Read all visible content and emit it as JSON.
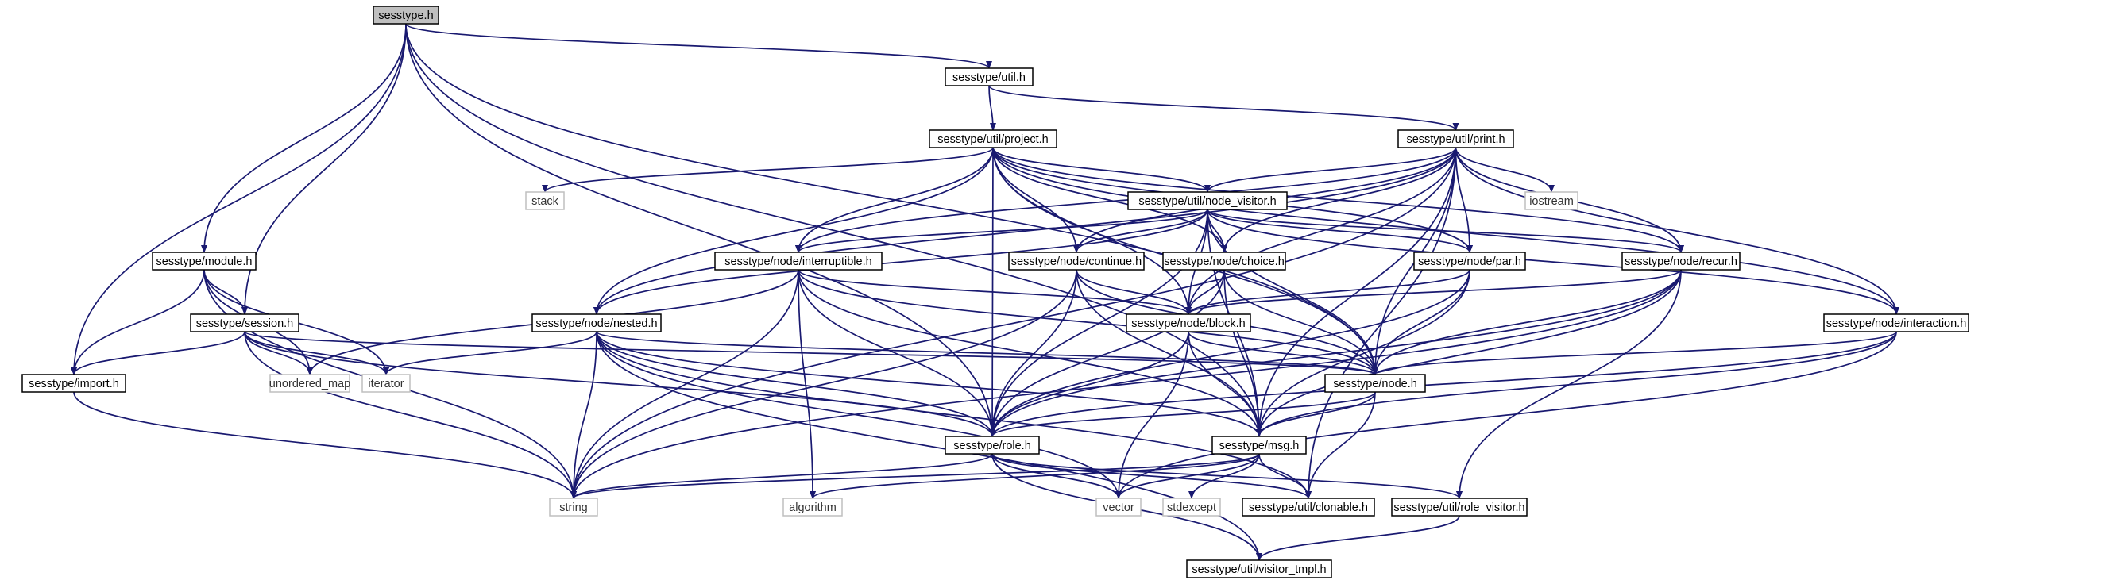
{
  "diagram": {
    "title": "",
    "nodes": [
      {
        "id": "sesstype_h",
        "label": "sesstype.h",
        "kind": "root"
      },
      {
        "id": "util_h",
        "label": "sesstype/util.h",
        "kind": "header"
      },
      {
        "id": "project_h",
        "label": "sesstype/util/project.h",
        "kind": "header"
      },
      {
        "id": "print_h",
        "label": "sesstype/util/print.h",
        "kind": "header"
      },
      {
        "id": "stack",
        "label": "stack",
        "kind": "external"
      },
      {
        "id": "iostream",
        "label": "iostream",
        "kind": "external"
      },
      {
        "id": "node_visitor_h",
        "label": "sesstype/util/node_visitor.h",
        "kind": "header"
      },
      {
        "id": "module_h",
        "label": "sesstype/module.h",
        "kind": "header"
      },
      {
        "id": "interruptible_h",
        "label": "sesstype/node/interruptible.h",
        "kind": "header"
      },
      {
        "id": "continue_h",
        "label": "sesstype/node/continue.h",
        "kind": "header"
      },
      {
        "id": "choice_h",
        "label": "sesstype/node/choice.h",
        "kind": "header"
      },
      {
        "id": "par_h",
        "label": "sesstype/node/par.h",
        "kind": "header"
      },
      {
        "id": "recur_h",
        "label": "sesstype/node/recur.h",
        "kind": "header"
      },
      {
        "id": "session_h",
        "label": "sesstype/session.h",
        "kind": "header"
      },
      {
        "id": "nested_h",
        "label": "sesstype/node/nested.h",
        "kind": "header"
      },
      {
        "id": "block_h",
        "label": "sesstype/node/block.h",
        "kind": "header"
      },
      {
        "id": "interaction_h",
        "label": "sesstype/node/interaction.h",
        "kind": "header"
      },
      {
        "id": "import_h",
        "label": "sesstype/import.h",
        "kind": "header"
      },
      {
        "id": "unordered_map",
        "label": "unordered_map",
        "kind": "external"
      },
      {
        "id": "iterator",
        "label": "iterator",
        "kind": "external"
      },
      {
        "id": "node_h",
        "label": "sesstype/node.h",
        "kind": "header"
      },
      {
        "id": "role_h",
        "label": "sesstype/role.h",
        "kind": "header"
      },
      {
        "id": "msg_h",
        "label": "sesstype/msg.h",
        "kind": "header"
      },
      {
        "id": "string",
        "label": "string",
        "kind": "external"
      },
      {
        "id": "algorithm",
        "label": "algorithm",
        "kind": "external"
      },
      {
        "id": "vector",
        "label": "vector",
        "kind": "external"
      },
      {
        "id": "stdexcept",
        "label": "stdexcept",
        "kind": "external"
      },
      {
        "id": "clonable_h",
        "label": "sesstype/util/clonable.h",
        "kind": "header"
      },
      {
        "id": "role_visitor_h",
        "label": "sesstype/util/role_visitor.h",
        "kind": "header"
      },
      {
        "id": "visitor_tmpl_h",
        "label": "sesstype/util/visitor_tmpl.h",
        "kind": "header"
      }
    ],
    "edges": [
      [
        "sesstype_h",
        "util_h"
      ],
      [
        "sesstype_h",
        "module_h"
      ],
      [
        "sesstype_h",
        "session_h"
      ],
      [
        "sesstype_h",
        "import_h"
      ],
      [
        "sesstype_h",
        "role_h"
      ],
      [
        "sesstype_h",
        "msg_h"
      ],
      [
        "sesstype_h",
        "node_h"
      ],
      [
        "util_h",
        "project_h"
      ],
      [
        "util_h",
        "print_h"
      ],
      [
        "project_h",
        "stack"
      ],
      [
        "project_h",
        "node_visitor_h"
      ],
      [
        "project_h",
        "interruptible_h"
      ],
      [
        "project_h",
        "continue_h"
      ],
      [
        "project_h",
        "choice_h"
      ],
      [
        "project_h",
        "par_h"
      ],
      [
        "project_h",
        "recur_h"
      ],
      [
        "project_h",
        "nested_h"
      ],
      [
        "project_h",
        "block_h"
      ],
      [
        "project_h",
        "interaction_h"
      ],
      [
        "project_h",
        "node_h"
      ],
      [
        "project_h",
        "role_h"
      ],
      [
        "print_h",
        "iostream"
      ],
      [
        "print_h",
        "node_visitor_h"
      ],
      [
        "print_h",
        "interruptible_h"
      ],
      [
        "print_h",
        "continue_h"
      ],
      [
        "print_h",
        "choice_h"
      ],
      [
        "print_h",
        "par_h"
      ],
      [
        "print_h",
        "recur_h"
      ],
      [
        "print_h",
        "nested_h"
      ],
      [
        "print_h",
        "block_h"
      ],
      [
        "print_h",
        "interaction_h"
      ],
      [
        "print_h",
        "node_h"
      ],
      [
        "print_h",
        "msg_h"
      ],
      [
        "print_h",
        "string"
      ],
      [
        "print_h",
        "clonable_h"
      ],
      [
        "node_visitor_h",
        "interruptible_h"
      ],
      [
        "node_visitor_h",
        "continue_h"
      ],
      [
        "node_visitor_h",
        "choice_h"
      ],
      [
        "node_visitor_h",
        "par_h"
      ],
      [
        "node_visitor_h",
        "recur_h"
      ],
      [
        "node_visitor_h",
        "nested_h"
      ],
      [
        "node_visitor_h",
        "block_h"
      ],
      [
        "node_visitor_h",
        "interaction_h"
      ],
      [
        "node_visitor_h",
        "node_h"
      ],
      [
        "node_visitor_h",
        "role_h"
      ],
      [
        "node_visitor_h",
        "msg_h"
      ],
      [
        "module_h",
        "session_h"
      ],
      [
        "module_h",
        "import_h"
      ],
      [
        "module_h",
        "unordered_map"
      ],
      [
        "module_h",
        "iterator"
      ],
      [
        "module_h",
        "string"
      ],
      [
        "session_h",
        "import_h"
      ],
      [
        "session_h",
        "unordered_map"
      ],
      [
        "session_h",
        "iterator"
      ],
      [
        "session_h",
        "node_h"
      ],
      [
        "session_h",
        "role_h"
      ],
      [
        "session_h",
        "string"
      ],
      [
        "import_h",
        "string"
      ],
      [
        "interruptible_h",
        "unordered_map"
      ],
      [
        "interruptible_h",
        "string"
      ],
      [
        "interruptible_h",
        "block_h"
      ],
      [
        "interruptible_h",
        "node_h"
      ],
      [
        "interruptible_h",
        "role_h"
      ],
      [
        "interruptible_h",
        "msg_h"
      ],
      [
        "interruptible_h",
        "algorithm"
      ],
      [
        "continue_h",
        "block_h"
      ],
      [
        "continue_h",
        "node_h"
      ],
      [
        "continue_h",
        "role_h"
      ],
      [
        "continue_h",
        "msg_h"
      ],
      [
        "continue_h",
        "string"
      ],
      [
        "choice_h",
        "block_h"
      ],
      [
        "choice_h",
        "node_h"
      ],
      [
        "choice_h",
        "role_h"
      ],
      [
        "choice_h",
        "msg_h"
      ],
      [
        "par_h",
        "block_h"
      ],
      [
        "par_h",
        "node_h"
      ],
      [
        "par_h",
        "role_h"
      ],
      [
        "par_h",
        "msg_h"
      ],
      [
        "recur_h",
        "block_h"
      ],
      [
        "recur_h",
        "node_h"
      ],
      [
        "recur_h",
        "role_h"
      ],
      [
        "recur_h",
        "msg_h"
      ],
      [
        "recur_h",
        "role_visitor_h"
      ],
      [
        "recur_h",
        "string"
      ],
      [
        "nested_h",
        "iterator"
      ],
      [
        "nested_h",
        "node_h"
      ],
      [
        "nested_h",
        "role_h"
      ],
      [
        "nested_h",
        "msg_h"
      ],
      [
        "nested_h",
        "string"
      ],
      [
        "nested_h",
        "vector"
      ],
      [
        "nested_h",
        "clonable_h"
      ],
      [
        "nested_h",
        "visitor_tmpl_h"
      ],
      [
        "block_h",
        "node_h"
      ],
      [
        "block_h",
        "role_h"
      ],
      [
        "block_h",
        "msg_h"
      ],
      [
        "block_h",
        "vector"
      ],
      [
        "interaction_h",
        "node_h"
      ],
      [
        "interaction_h",
        "role_h"
      ],
      [
        "interaction_h",
        "msg_h"
      ],
      [
        "interaction_h",
        "vector"
      ],
      [
        "node_h",
        "role_h"
      ],
      [
        "node_h",
        "msg_h"
      ],
      [
        "node_h",
        "clonable_h"
      ],
      [
        "role_h",
        "string"
      ],
      [
        "role_h",
        "vector"
      ],
      [
        "role_h",
        "clonable_h"
      ],
      [
        "role_h",
        "role_visitor_h"
      ],
      [
        "role_h",
        "visitor_tmpl_h"
      ],
      [
        "msg_h",
        "string"
      ],
      [
        "msg_h",
        "vector"
      ],
      [
        "msg_h",
        "stdexcept"
      ],
      [
        "msg_h",
        "algorithm"
      ],
      [
        "msg_h",
        "clonable_h"
      ],
      [
        "role_visitor_h",
        "visitor_tmpl_h"
      ]
    ]
  }
}
